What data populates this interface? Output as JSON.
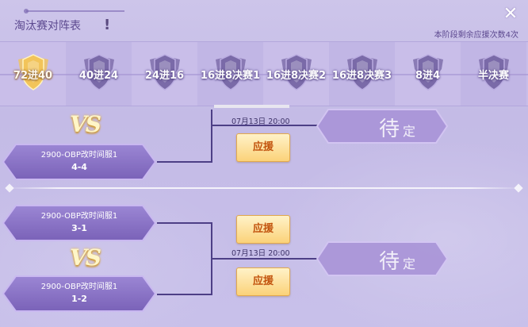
{
  "header": {
    "title": "淘汰赛对阵表",
    "info_icon": "!",
    "close_icon": "✕",
    "remaining_text": "本阶段剩余应援次数4次"
  },
  "stages": [
    {
      "label": "72进40",
      "active": true
    },
    {
      "label": "40进24",
      "active": false
    },
    {
      "label": "24进16",
      "active": false
    },
    {
      "label": "16进8决赛1",
      "active": false
    },
    {
      "label": "16进8决赛2",
      "active": false
    },
    {
      "label": "16进8决赛3",
      "active": false
    },
    {
      "label": "8进4",
      "active": false
    },
    {
      "label": "半决赛",
      "active": false
    }
  ],
  "vs_text": "VS",
  "matches": [
    {
      "time": "07月13日 20:00",
      "cheer_label": "应援",
      "pending_main": "待",
      "pending_small": "定",
      "team_b": {
        "name": "2900-OBP改时间服1",
        "score": "4-4"
      }
    },
    {
      "time": "07月13日 20:00",
      "cheer_label_top": "应援",
      "cheer_label_bottom": "应援",
      "pending_main": "待",
      "pending_small": "定",
      "team_a": {
        "name": "2900-OBP改时间服1",
        "score": "3-1"
      },
      "team_b": {
        "name": "2900-OBP改时间服1",
        "score": "1-2"
      }
    }
  ],
  "colors": {
    "shield_active": "#f2c45a",
    "shield_inactive": "#7a6aa8",
    "team_plate": "#8a72c4",
    "cheer_text": "#c2540e"
  }
}
